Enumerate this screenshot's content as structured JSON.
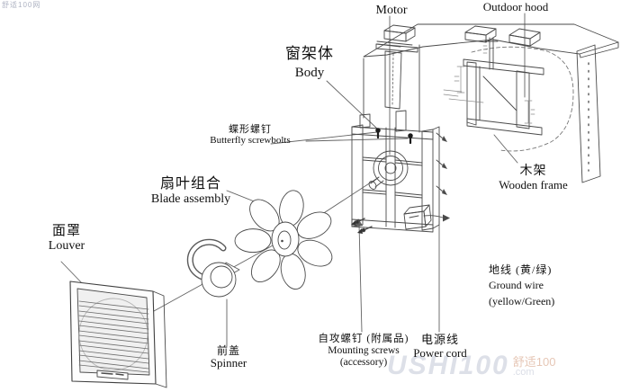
{
  "colors": {
    "line": "#4a4a4a",
    "line_light": "#8a8a8a",
    "text": "#111111",
    "watermark_gray": "#c3c7d6",
    "watermark_orange": "#d9a98f"
  },
  "watermarks": {
    "top_left": "舒适100网",
    "brand": "USHI100",
    "brand_cn": "舒适100",
    "brand_com": ".com"
  },
  "labels": {
    "motor": {
      "en": "Motor"
    },
    "outdoor_hood": {
      "en": "Outdoor hood"
    },
    "body": {
      "cn": "窗架体",
      "en": "Body"
    },
    "butterfly_screwbolts": {
      "cn": "蝶形螺钉",
      "en": "Butterfly screwbolts"
    },
    "blade_assembly": {
      "cn": "扇叶组合",
      "en": "Blade assembly"
    },
    "louver": {
      "cn": "面罩",
      "en": "Louver"
    },
    "wooden_frame": {
      "cn": "木架",
      "en": "Wooden frame"
    },
    "ground_wire": {
      "cn": "地线 (黄/绿)",
      "en_line1": "Ground wire",
      "en_line2": "(yellow/Green)"
    },
    "spinner": {
      "cn": "前盖",
      "en": "Spinner"
    },
    "mounting_screws": {
      "cn": "自攻螺钉 (附属品)",
      "en_line1": "Mounting screws",
      "en_line2": "(accessory)"
    },
    "power_cord": {
      "cn": "电源线",
      "en": "Power cord"
    }
  }
}
